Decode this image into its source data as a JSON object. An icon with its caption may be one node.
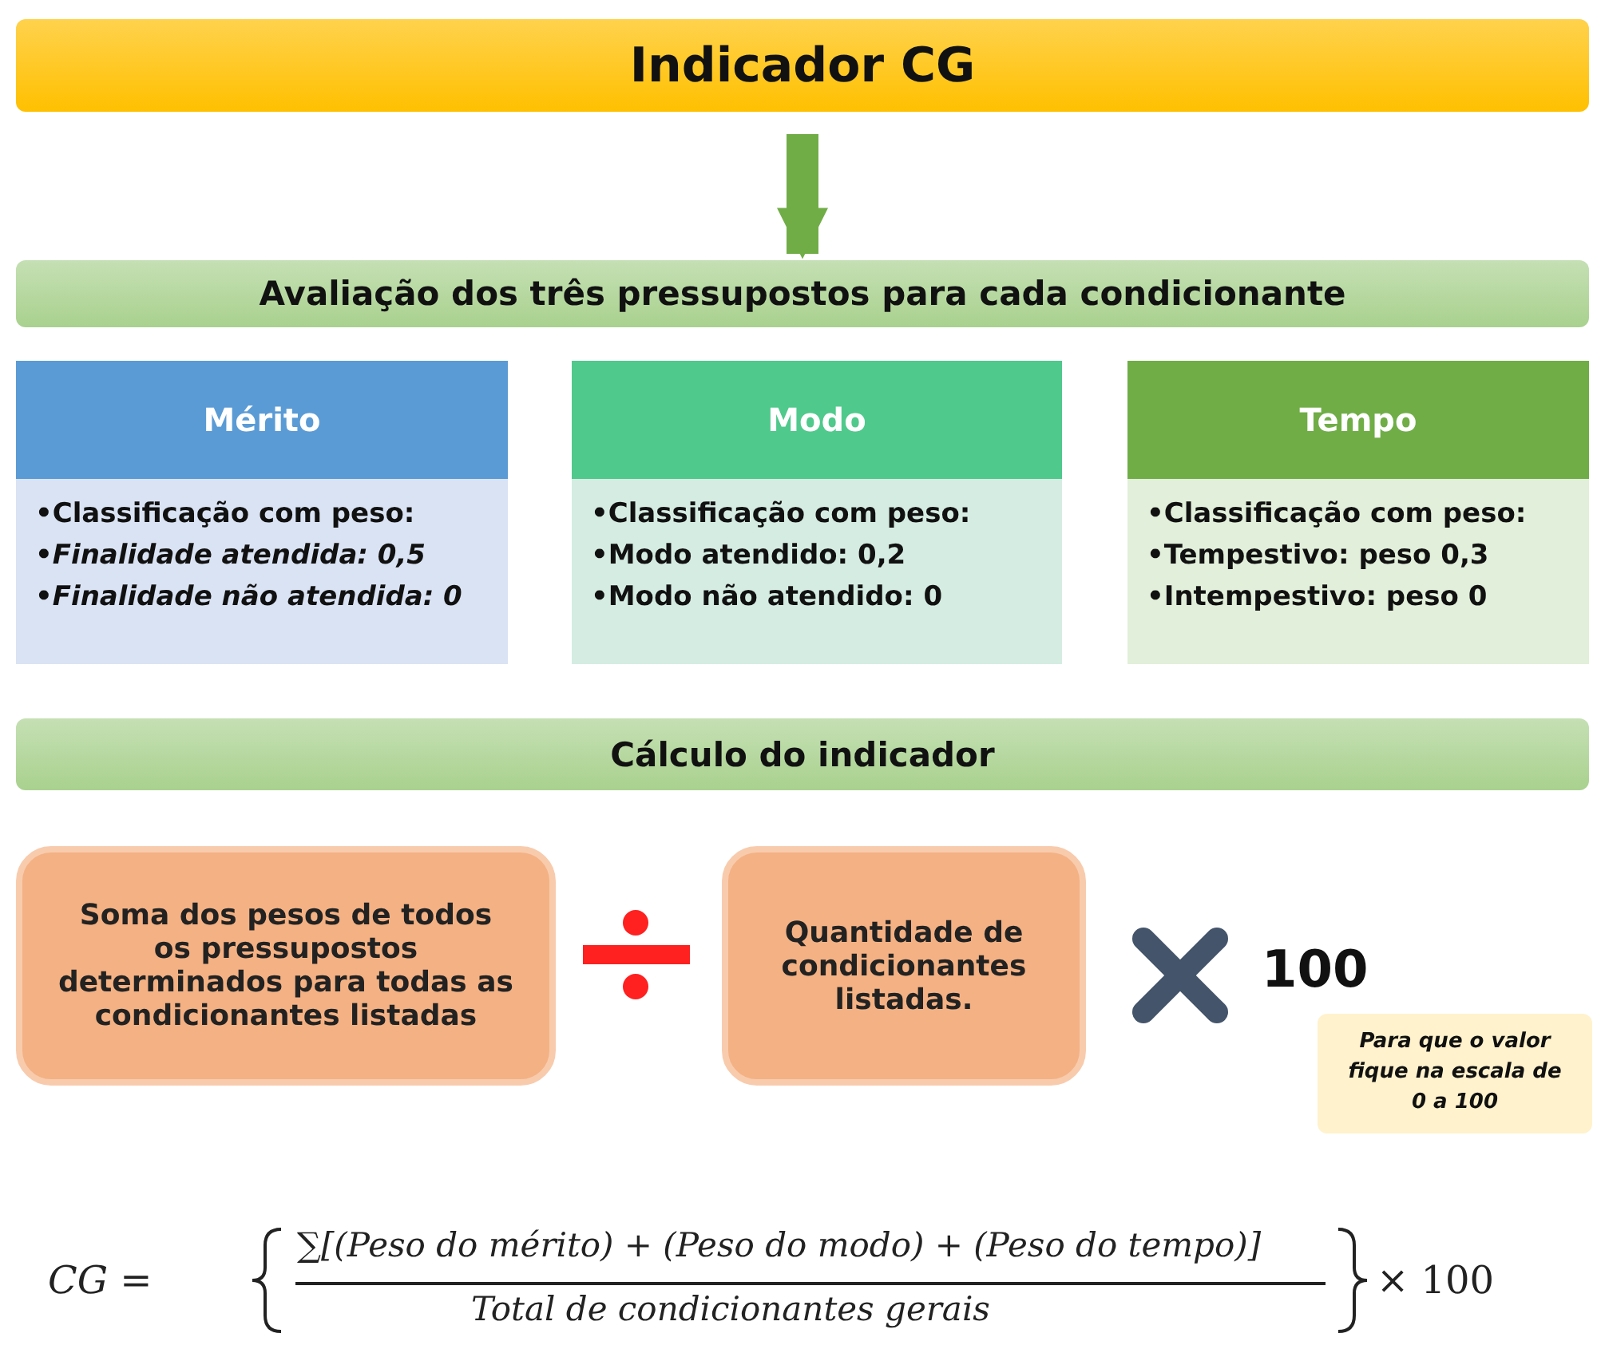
{
  "diagram": {
    "nodes": [
      {
        "text": [
          "Indicador CG"
        ]
      },
      {
        "text": [
          "Avaliação dos três pressupostos para cada condicionante"
        ]
      },
      {
        "text": [
          "Mérito",
          "•Classificação com peso:",
          "•*Finalidade atendida: 0,5*",
          "•*Finalidade não atendida: 0*"
        ]
      },
      {
        "text": [
          "Modo",
          "•Classificação com peso:",
          "•Modo atendido: 0,2",
          "•Modo não atendido: 0"
        ]
      },
      {
        "text": [
          "Tempo",
          "•Classificação com peso:",
          "•Tempestivo: peso 0,3",
          "•Intempestivo: peso 0"
        ]
      },
      {
        "text": [
          "Cálculo do indicador"
        ]
      },
      {
        "text": [
          "Soma dos pesos de todos os pressupostos determinados para todas as condicionantes listadas"
        ]
      },
      {
        "text": [
          "Quantidade de condicionantes listadas."
        ]
      },
      {
        "text": [
          "Para que o valor fique na escala de 0 a 100"
        ]
      }
    ],
    "edges": [
      {
        "from": 0,
        "to": 1,
        "arrow": "to"
      }
    ],
    "labels": [
      "100",
      "CG =",
      "∑[(Peso do mérito) + (Peso do modo) + (Peso do tempo)]",
      "Total de condicionantes gerais",
      "× 100"
    ]
  }
}
